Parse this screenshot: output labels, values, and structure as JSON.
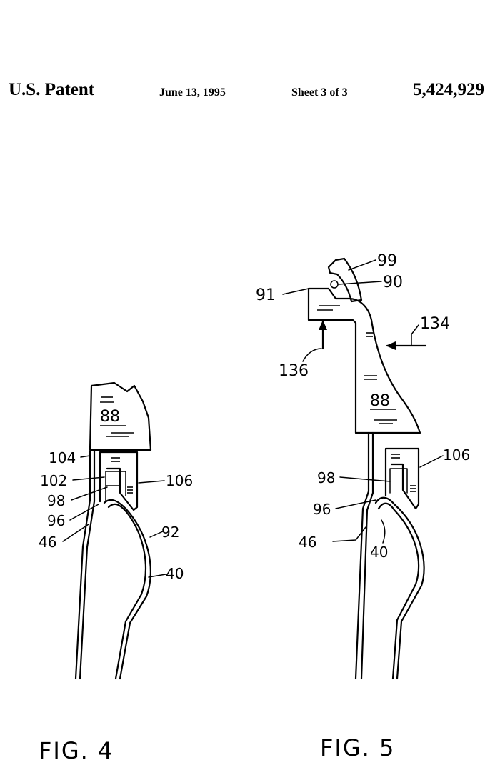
{
  "header": {
    "left": "U.S. Patent",
    "date": "June 13, 1995",
    "sheet": "Sheet 3 of 3",
    "number": "5,424,929"
  },
  "figures": [
    {
      "caption": "FIG. 4",
      "labels": [
        "88",
        "104",
        "102",
        "98",
        "96",
        "46",
        "106",
        "92",
        "40"
      ]
    },
    {
      "caption": "FIG. 5",
      "labels": [
        "99",
        "90",
        "91",
        "134",
        "136",
        "88",
        "106",
        "98",
        "96",
        "46",
        "40"
      ]
    }
  ]
}
